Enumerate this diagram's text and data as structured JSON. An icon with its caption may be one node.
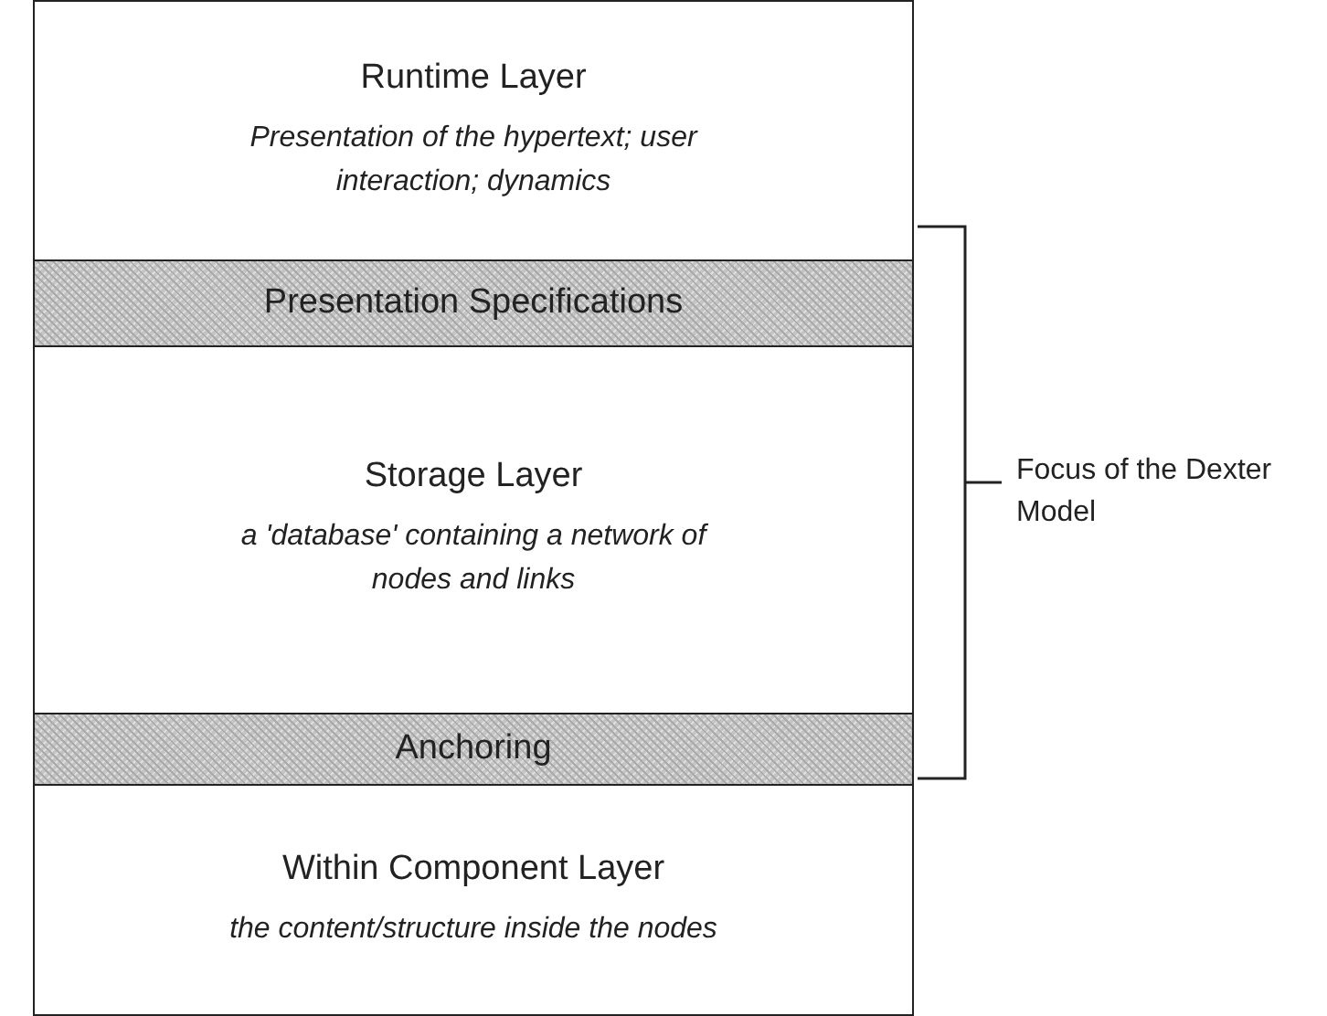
{
  "diagram": {
    "nodes": [
      {
        "text": [
          "Runtime Layer",
          "Presentation of the hypertext; user interaction; dynamics"
        ]
      },
      {
        "text": [
          "Presentation Specifications"
        ]
      },
      {
        "text": [
          "Storage Layer",
          "a 'database' containing a network of nodes and links"
        ]
      },
      {
        "text": [
          "Anchoring"
        ]
      },
      {
        "text": [
          "Within Component Layer",
          "the content/structure inside the nodes"
        ]
      }
    ],
    "edges": [],
    "labels": [
      "Focus of the Dexter Model"
    ]
  }
}
